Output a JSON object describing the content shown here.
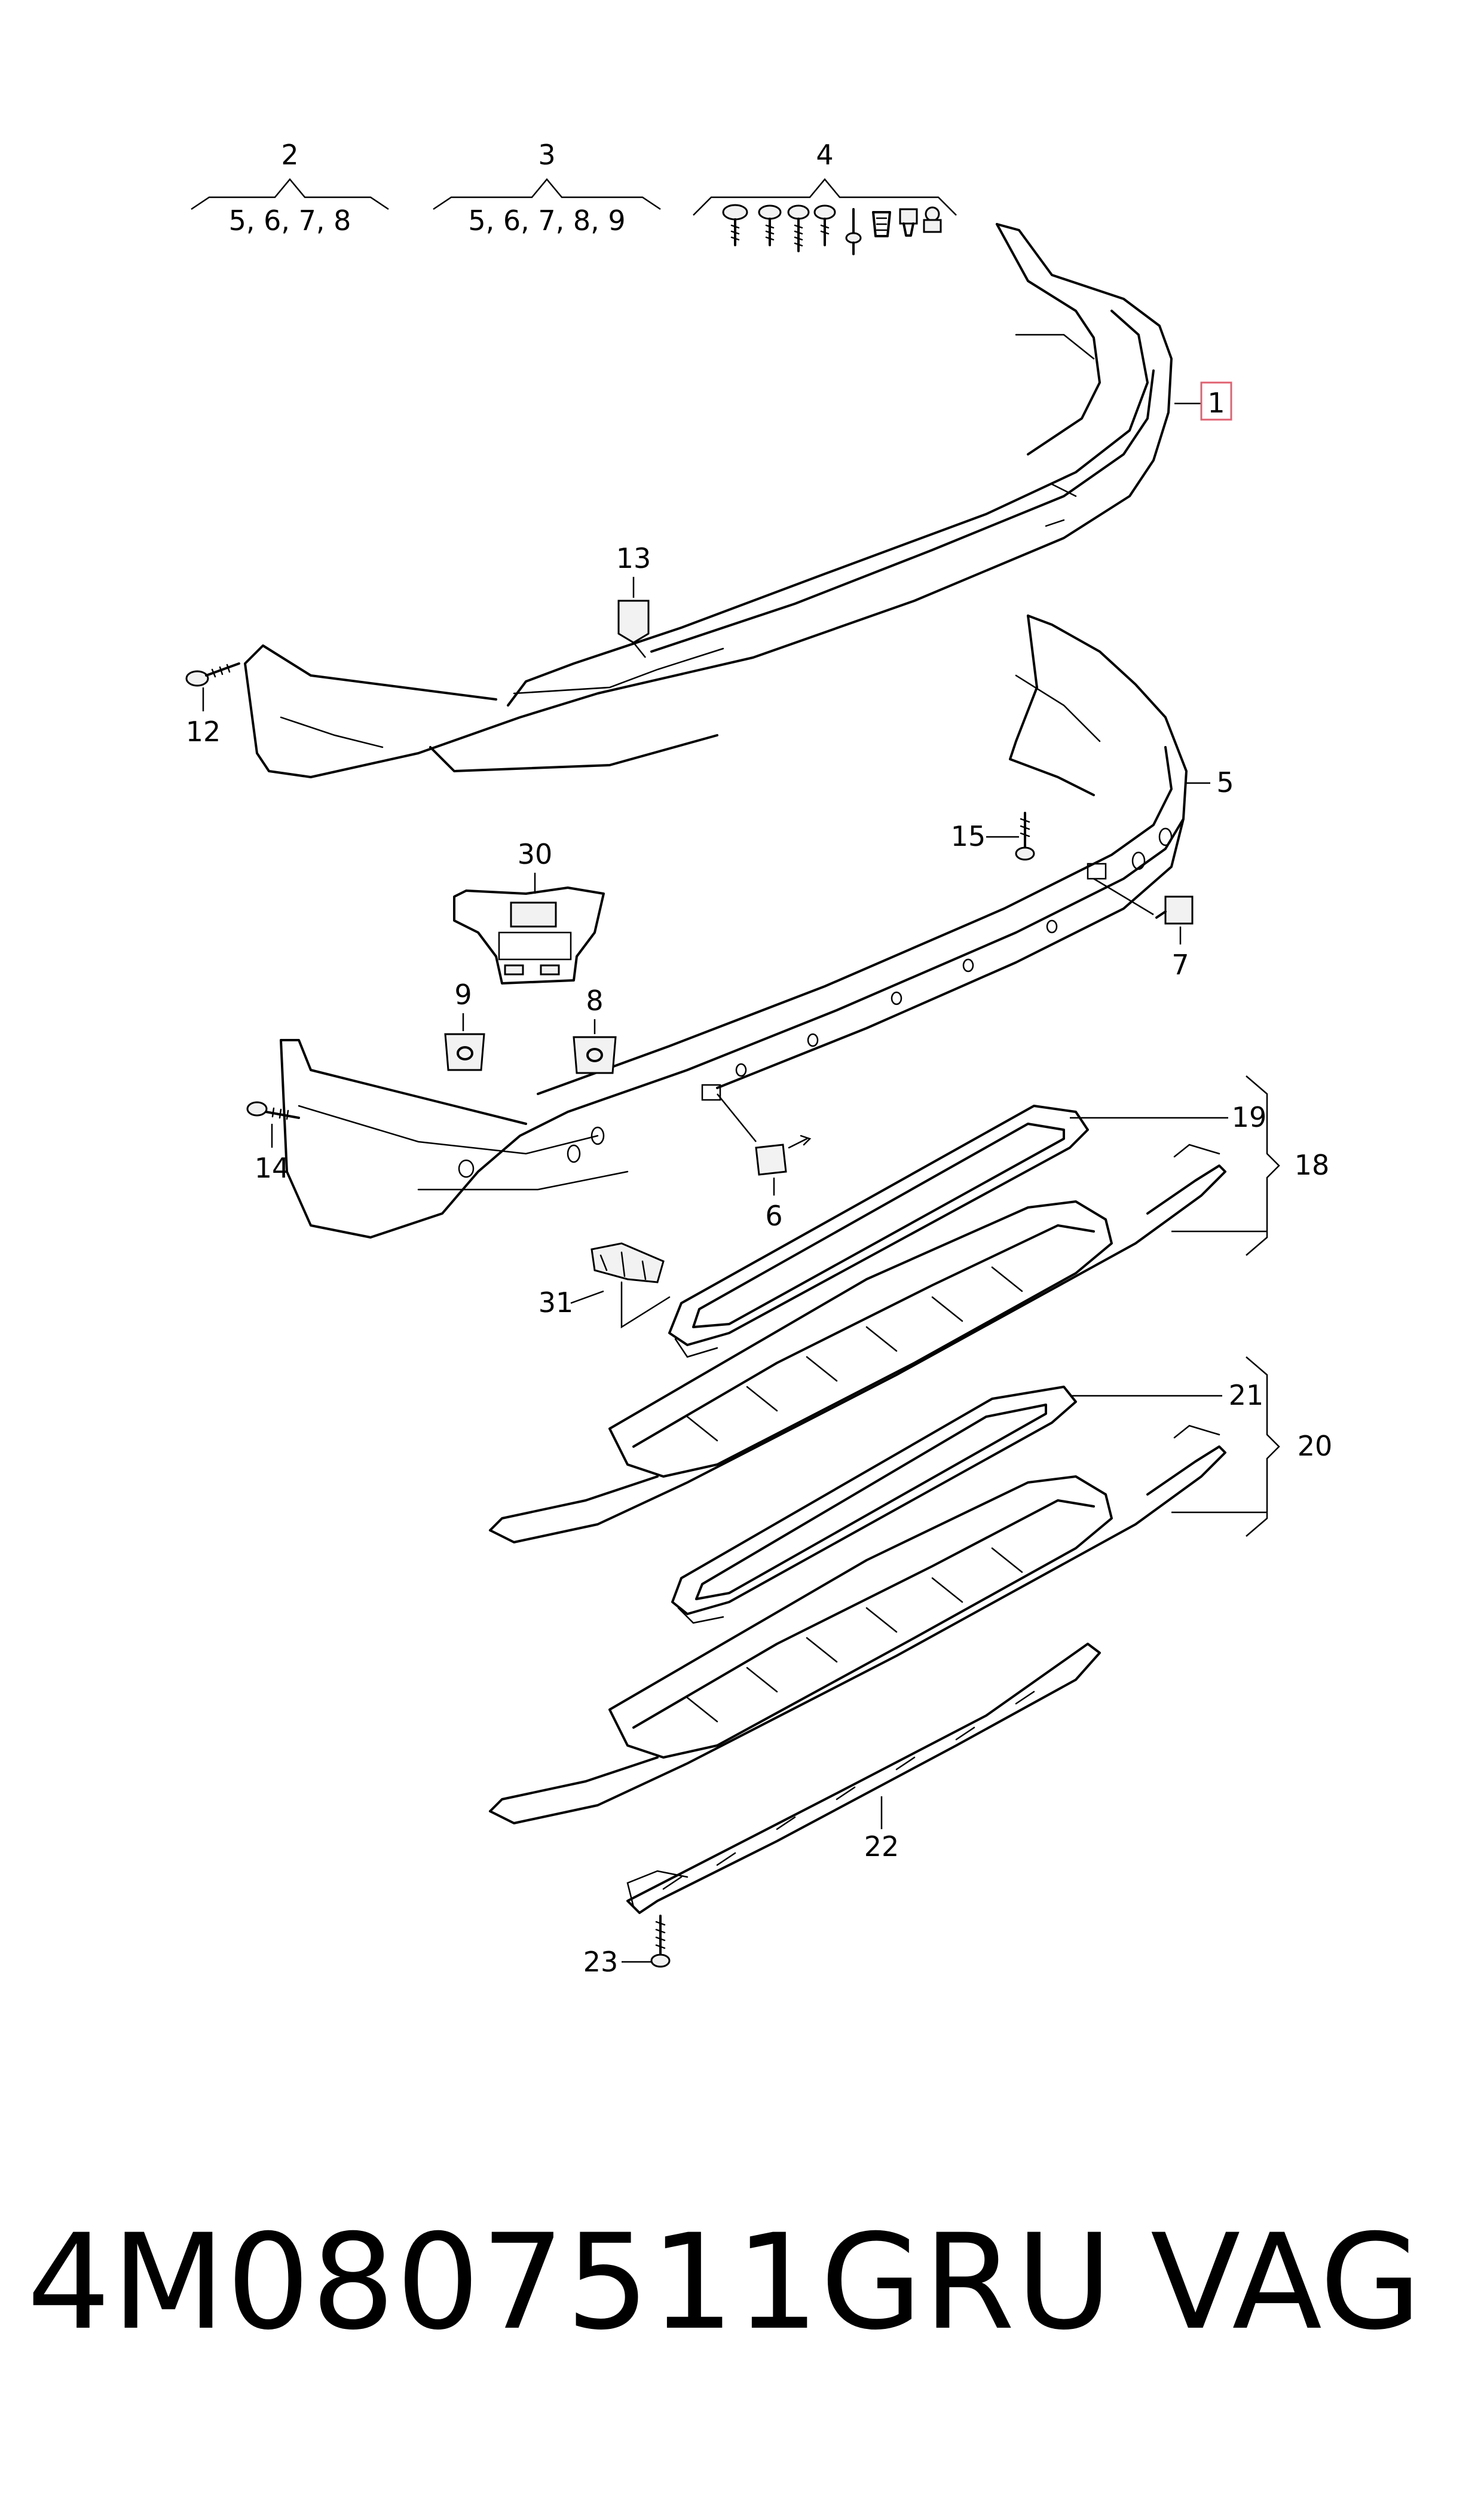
{
  "callouts": {
    "c1": "1",
    "c2": "2",
    "c3": "3",
    "c4": "4",
    "c5": "5",
    "c6": "6",
    "c7": "7",
    "c8": "8",
    "c9": "9",
    "c12": "12",
    "c13": "13",
    "c14": "14",
    "c15": "15",
    "c18": "18",
    "c19": "19",
    "c20": "20",
    "c21": "21",
    "c22": "22",
    "c23": "23",
    "c30": "30",
    "c31": "31"
  },
  "groups": {
    "g2": "5, 6, 7, 8",
    "g3": "5, 6, 7, 8, 9"
  },
  "footer": {
    "part_number": "4M0807511GRU",
    "brand": "VAG"
  },
  "colors": {
    "line": "#000000",
    "highlight_box": "#e06070",
    "background": "#ffffff"
  }
}
